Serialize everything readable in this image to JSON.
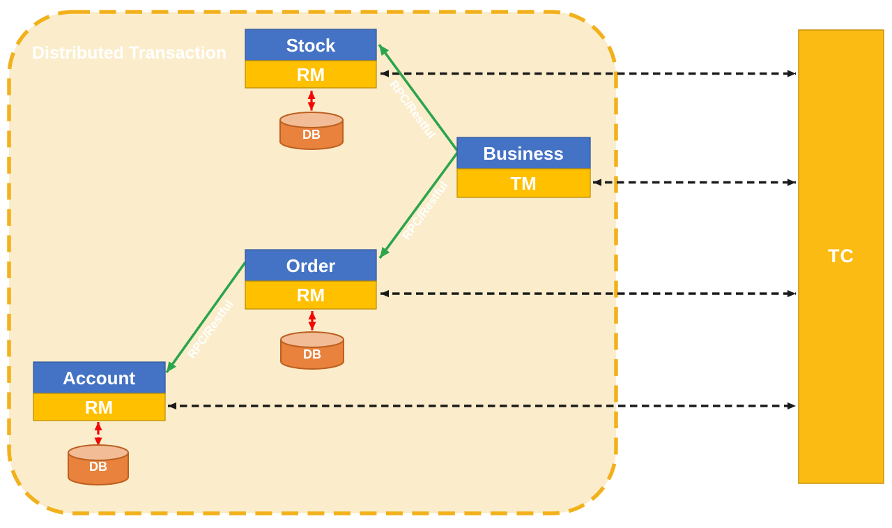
{
  "diagram": {
    "boundary_label": "Distributed Transaction",
    "services": [
      {
        "name": "Stock",
        "role": "RM",
        "db_label": "DB"
      },
      {
        "name": "Business",
        "role": "TM"
      },
      {
        "name": "Order",
        "role": "RM",
        "db_label": "DB"
      },
      {
        "name": "Account",
        "role": "RM",
        "db_label": "DB"
      }
    ],
    "coordinator": {
      "label": "TC"
    },
    "rpc_edges": [
      {
        "from": "Business",
        "to": "Stock",
        "label": "RPC/Restful"
      },
      {
        "from": "Business",
        "to": "Order",
        "label": "RPC/Restful"
      },
      {
        "from": "Order",
        "to": "Account",
        "label": "RPC/Restful"
      }
    ],
    "tc_links": [
      {
        "from": "Stock.RM",
        "to": "TC",
        "style": "dashed-double-arrow"
      },
      {
        "from": "Business.TM",
        "to": "TC",
        "style": "dashed-double-arrow"
      },
      {
        "from": "Order.RM",
        "to": "TC",
        "style": "dashed-double-arrow"
      },
      {
        "from": "Account.RM",
        "to": "TC",
        "style": "dashed-double-arrow"
      }
    ],
    "db_links": [
      {
        "from": "Stock.RM",
        "to": "DB",
        "style": "red-double-arrow"
      },
      {
        "from": "Order.RM",
        "to": "DB",
        "style": "red-double-arrow"
      },
      {
        "from": "Account.RM",
        "to": "DB",
        "style": "red-double-arrow"
      }
    ],
    "colors": {
      "service_header": "#4472C4",
      "service_header_border": "#35599E",
      "role_band": "#FFC000",
      "role_band_border": "#BE8F00",
      "coordinator_fill": "#FCBB13",
      "coordinator_border": "#C8920A",
      "boundary_fill": "#FBEDCB",
      "boundary_dash": "#F2B11C",
      "title_gold": "#F8BC1E",
      "db_body": "#E8823C",
      "db_top": "#F2BC97",
      "db_border": "#BC5F20",
      "rpc_green": "#2DA44E",
      "red_link": "#F50505",
      "black_link": "#1A1A1A",
      "text_white": "#FFFFFF"
    }
  }
}
